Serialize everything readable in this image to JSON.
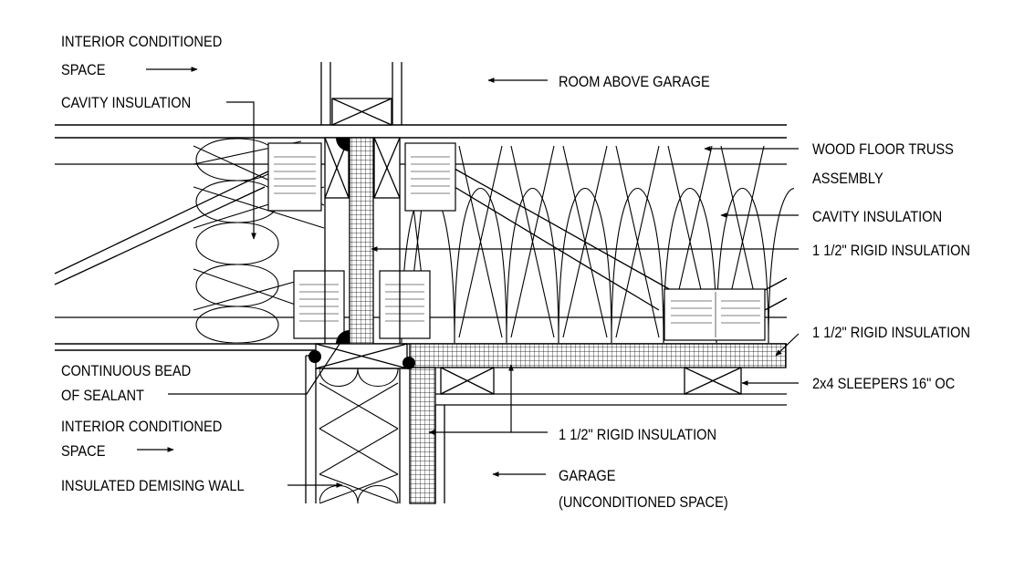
{
  "labels": {
    "interior_conditioned_top": "INTERIOR CONDITIONED",
    "space_top": "SPACE",
    "cavity_insulation_left": "CAVITY INSULATION",
    "room_above_garage": "ROOM ABOVE GARAGE",
    "wood_floor_truss": "WOOD FLOOR TRUSS",
    "assembly": "ASSEMBLY",
    "cavity_insulation_right": "CAVITY INSULATION",
    "rigid_insulation_1": "1 1/2\" RIGID INSULATION",
    "rigid_insulation_2": "1 1/2\" RIGID INSULATION",
    "sleepers": "2x4 SLEEPERS 16\" OC",
    "continuous_bead": "CONTINUOUS BEAD",
    "of_sealant": "OF SEALANT",
    "interior_conditioned_bottom": "INTERIOR CONDITIONED",
    "space_bottom": "SPACE",
    "insulated_demising_wall": "INSULATED DEMISING WALL",
    "rigid_insulation_3": "1 1/2\" RIGID INSULATION",
    "garage": "GARAGE",
    "unconditioned_space": "(UNCONDITIONED SPACE)"
  }
}
